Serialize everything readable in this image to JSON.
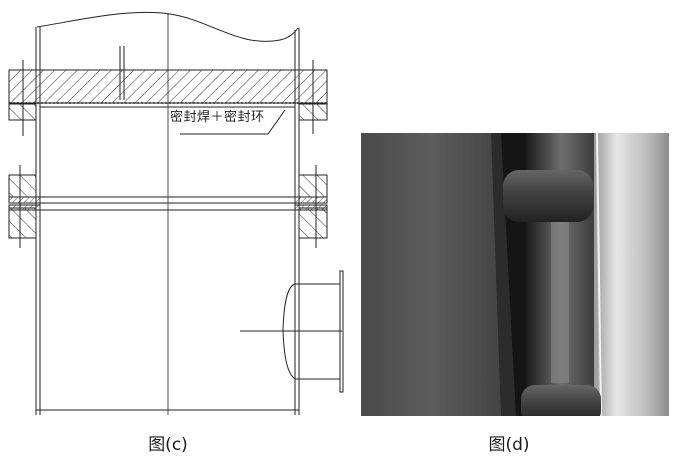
{
  "figures": [
    {
      "id": "c",
      "type": "technical-drawing",
      "caption": "图(c)",
      "annotation": "密封焊＋密封环"
    },
    {
      "id": "d",
      "type": "photograph",
      "caption": "图(d)"
    }
  ],
  "colors": {
    "line": "#222222",
    "background": "#ffffff",
    "photo_dark": "#3a3a3a",
    "photo_light": "#c8c8c8"
  }
}
